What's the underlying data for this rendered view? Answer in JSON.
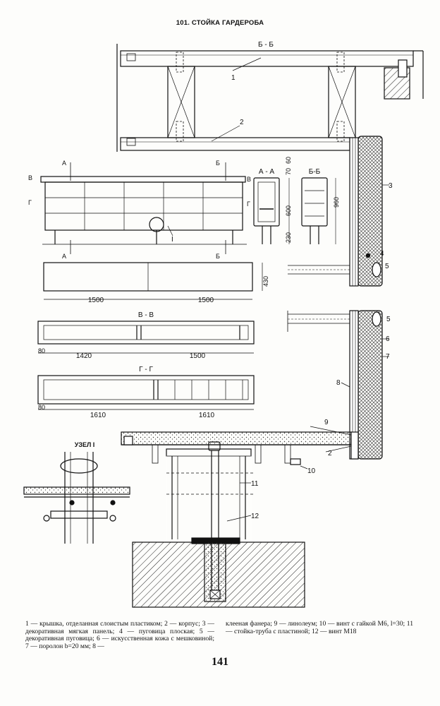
{
  "title": "101. СТОЙКА ГАРДЕРОБА",
  "page_number": "141",
  "section_labels": {
    "bb_top": "Б - Б",
    "aa": "А - А",
    "bb_small": "Б-Б",
    "vv": "В - В",
    "gg": "Г - Г",
    "node": "УЗЕЛ I"
  },
  "cut_markers": {
    "a_top": "А",
    "a_bottom": "А",
    "b_top": "Б",
    "b_bottom": "Б",
    "v_left": "В",
    "v_right": "В",
    "g_left": "Г",
    "g_right": "Г",
    "node_ref": "I"
  },
  "dimensions": {
    "d70": "70",
    "d60": "60",
    "d600": "600",
    "d230": "230",
    "d960": "960",
    "d430": "430",
    "plan_left": "1500",
    "plan_right": "1500",
    "vv_offset": "80",
    "vv_left": "1420",
    "vv_right": "1500",
    "gg_offset": "80",
    "gg_left": "1610",
    "gg_right": "1610"
  },
  "callouts": [
    "1",
    "2",
    "3",
    "4",
    "5",
    "5",
    "6",
    "7",
    "8",
    "9",
    "2",
    "10",
    "11",
    "12"
  ],
  "legend_left": "1 — крышка, отделанная слоистым пластиком; 2 — корпус; 3 — декоративная мягкая панель; 4 — пуговица плоская; 5 — декоративная пуговица; 6 — искусственная кожа с мешковиной; 7 — поролон b=20 мм; 8 —",
  "legend_right": "клееная фанера; 9 — линолеум; 10 — винт с гайкой М6, l=30; 11 — стойка-труба с пластиной; 12 — винт М18"
}
